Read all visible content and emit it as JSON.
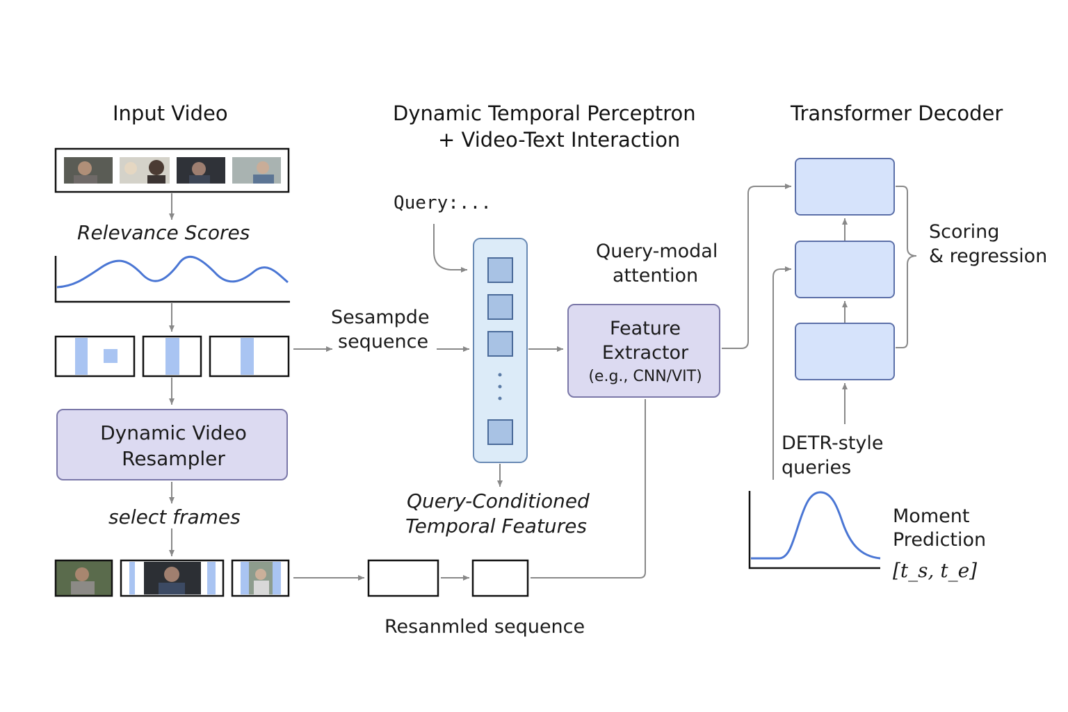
{
  "titles": {
    "input_video": "Input Video",
    "perceptron_line1": "Dynamic Temporal Perceptron",
    "perceptron_line2": "+ Video-Text Interaction",
    "decoder": "Transformer Decoder"
  },
  "labels": {
    "relevance_scores": "Relevance Scores",
    "query": "Query:...",
    "sampled_line1": "Sesampde",
    "sampled_line2": "sequence",
    "query_modal_line1": "Query-modal",
    "query_modal_line2": "attention",
    "qc_features_line1": "Query-Conditioned",
    "qc_features_line2": "Temporal Features",
    "select_frames": "select frames",
    "resampled_sequence": "Resanmled sequence",
    "detr_line1": "DETR-style",
    "detr_line2": "queries",
    "scoring_line1": "Scoring",
    "scoring_line2": "& regression",
    "moment_line1": "Moment",
    "moment_line2": "Prediction",
    "moment_output": "[t_s, t_e]"
  },
  "boxes": {
    "resampler_line1": "Dynamic Video",
    "resampler_line2": "Resampler",
    "feature_line1": "Feature",
    "feature_line2": "Extractor",
    "feature_line3": "(e.g., CNN/VIT)"
  },
  "colors": {
    "purple_fill": "#dcdaf1",
    "blue_fill": "#d6e3fb",
    "curve": "#4a76d4",
    "arrow": "#888888"
  }
}
